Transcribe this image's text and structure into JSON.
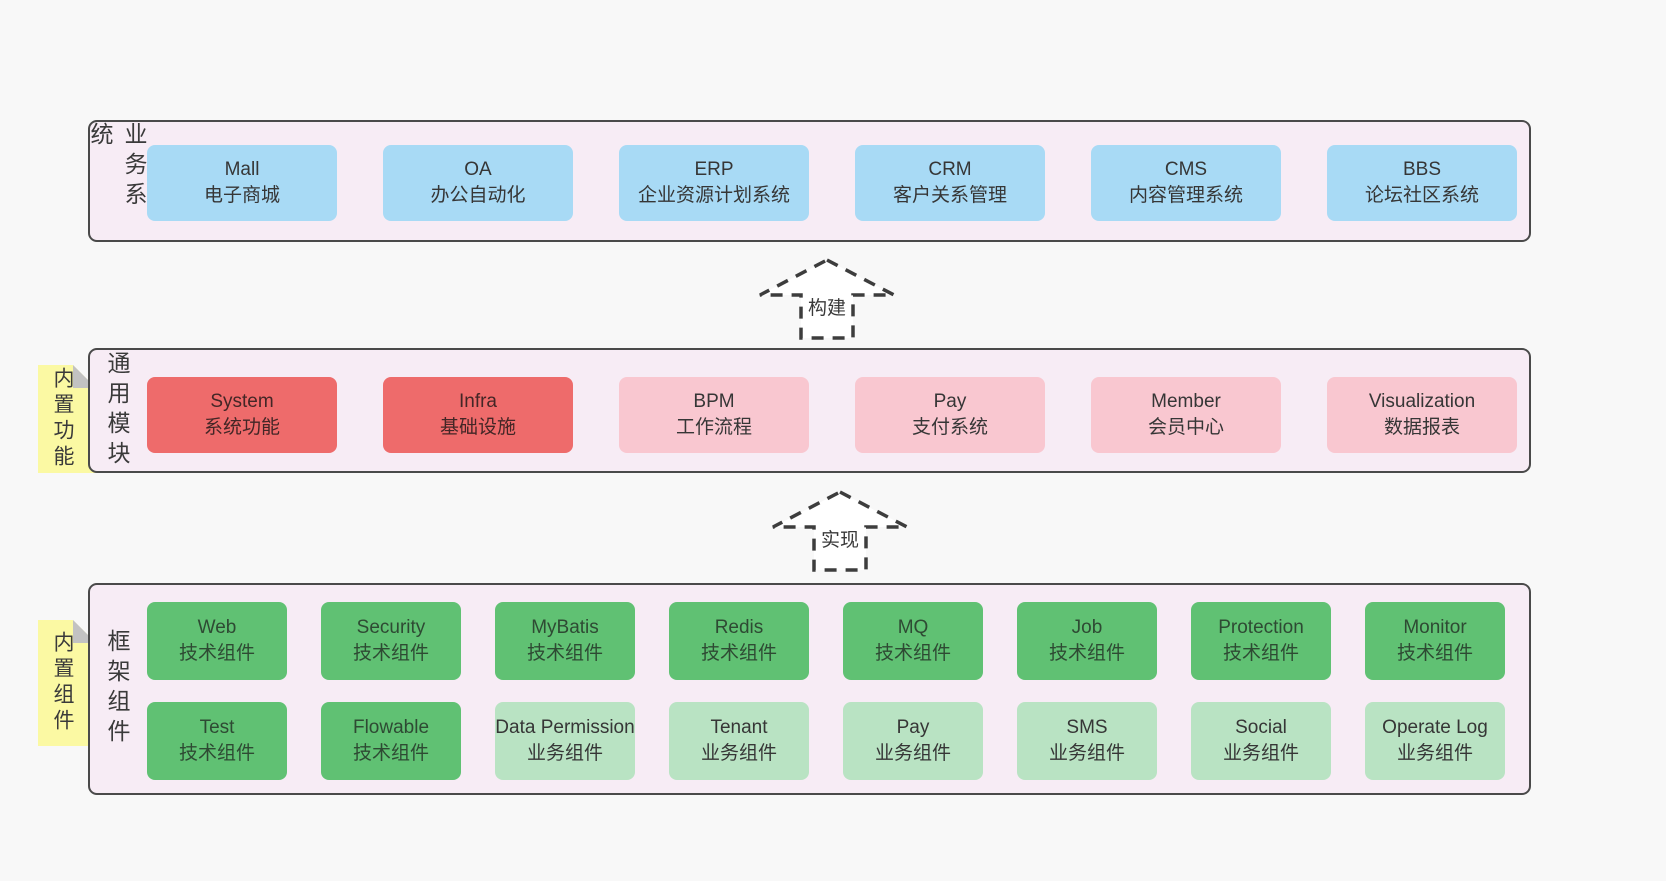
{
  "colors": {
    "page_bg": "#f8f8f8",
    "layer_bg": "#f7ecf5",
    "layer_border": "#4a4a4a",
    "system_blue": "#a8daf5",
    "module_red": "#ee6b6b",
    "module_pink": "#f9c7d0",
    "tech_green": "#60c173",
    "biz_light_green": "#b9e3c3",
    "sticky_yellow": "#fbf9a3"
  },
  "layers": {
    "business": {
      "label": "业务系统",
      "boxes": [
        {
          "name": "Mall",
          "desc": "电子商城"
        },
        {
          "name": "OA",
          "desc": "办公自动化"
        },
        {
          "name": "ERP",
          "desc": "企业资源计划系统"
        },
        {
          "name": "CRM",
          "desc": "客户关系管理"
        },
        {
          "name": "CMS",
          "desc": "内容管理系统"
        },
        {
          "name": "BBS",
          "desc": "论坛社区系统"
        }
      ]
    },
    "modules": {
      "label": "通用模块",
      "sticky": "内置功能",
      "boxes": [
        {
          "name": "System",
          "desc": "系统功能"
        },
        {
          "name": "Infra",
          "desc": "基础设施"
        },
        {
          "name": "BPM",
          "desc": "工作流程"
        },
        {
          "name": "Pay",
          "desc": "支付系统"
        },
        {
          "name": "Member",
          "desc": "会员中心"
        },
        {
          "name": "Visualization",
          "desc": "数据报表"
        }
      ]
    },
    "framework": {
      "label": "框架组件",
      "sticky": "内置组件",
      "row1": [
        {
          "name": "Web",
          "desc": "技术组件"
        },
        {
          "name": "Security",
          "desc": "技术组件"
        },
        {
          "name": "MyBatis",
          "desc": "技术组件"
        },
        {
          "name": "Redis",
          "desc": "技术组件"
        },
        {
          "name": "MQ",
          "desc": "技术组件"
        },
        {
          "name": "Job",
          "desc": "技术组件"
        },
        {
          "name": "Protection",
          "desc": "技术组件"
        },
        {
          "name": "Monitor",
          "desc": "技术组件"
        }
      ],
      "row2": [
        {
          "name": "Test",
          "desc": "技术组件"
        },
        {
          "name": "Flowable",
          "desc": "技术组件"
        },
        {
          "name": "Data Permission",
          "desc": "业务组件"
        },
        {
          "name": "Tenant",
          "desc": "业务组件"
        },
        {
          "name": "Pay",
          "desc": "业务组件"
        },
        {
          "name": "SMS",
          "desc": "业务组件"
        },
        {
          "name": "Social",
          "desc": "业务组件"
        },
        {
          "name": "Operate Log",
          "desc": "业务组件"
        }
      ]
    }
  },
  "arrows": {
    "build": "构建",
    "implement": "实现"
  }
}
